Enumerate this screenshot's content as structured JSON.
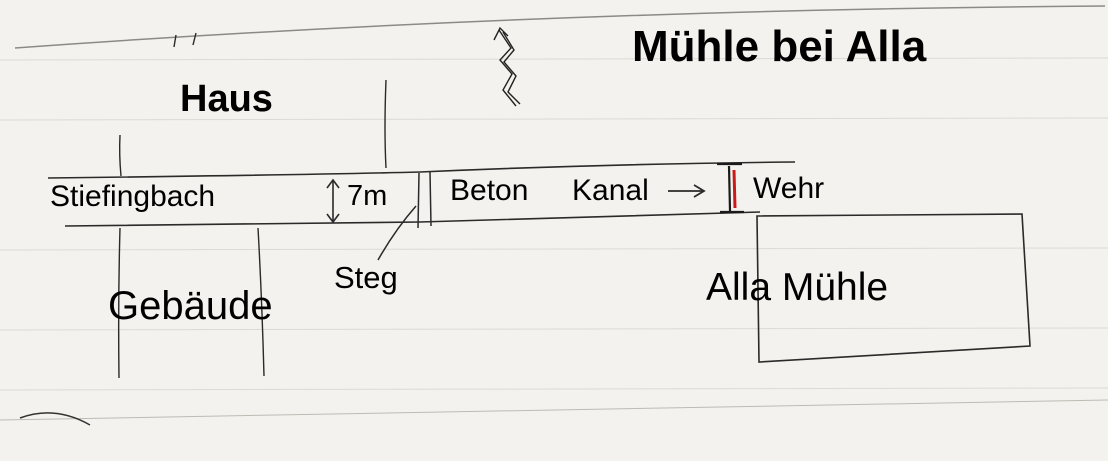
{
  "diagram": {
    "title": "Mühle bei Alla",
    "labels": {
      "haus": "Haus",
      "stiefingbach": "Stiefingbach",
      "width": "7m",
      "beton": "Beton",
      "kanal": "Kanal",
      "wehr": "Wehr",
      "steg": "Steg",
      "gebaeude": "Gebäude",
      "alla_muehle": "Alla Mühle"
    },
    "colors": {
      "paper": "#f3f2ee",
      "ink": "#2a2a2a",
      "weir_mark": "#cc1a1a"
    }
  }
}
